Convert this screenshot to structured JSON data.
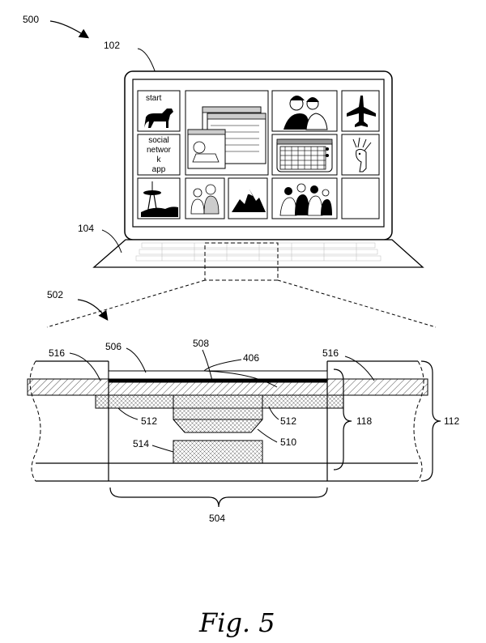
{
  "figure": {
    "caption": "Fig. 5",
    "labels": {
      "system": "500",
      "device": "102",
      "keyboard": "104",
      "detail_view": "502",
      "cover_layer": "506",
      "layer_508": "508",
      "layer_406": "406",
      "edge_left": "516",
      "edge_right": "516",
      "support_left": "512",
      "support_right": "512",
      "sensor_510": "510",
      "component_514": "514",
      "frame_118": "118",
      "housing_112": "112",
      "region_504": "504"
    }
  },
  "screen": {
    "start_label": "start",
    "app_tile_lines": [
      "social",
      "networ",
      "k",
      "app"
    ]
  },
  "icons": {
    "dog": "dog-icon",
    "airplane": "airplane-icon",
    "couple": "couple-photo-icon",
    "deer": "deer-icon",
    "space_needle": "space-needle-icon",
    "family": "family-photo-icon",
    "mountain": "mountain-icon",
    "group": "group-photo-icon",
    "windows": "window-stack-icon",
    "calendar": "calendar-icon"
  }
}
